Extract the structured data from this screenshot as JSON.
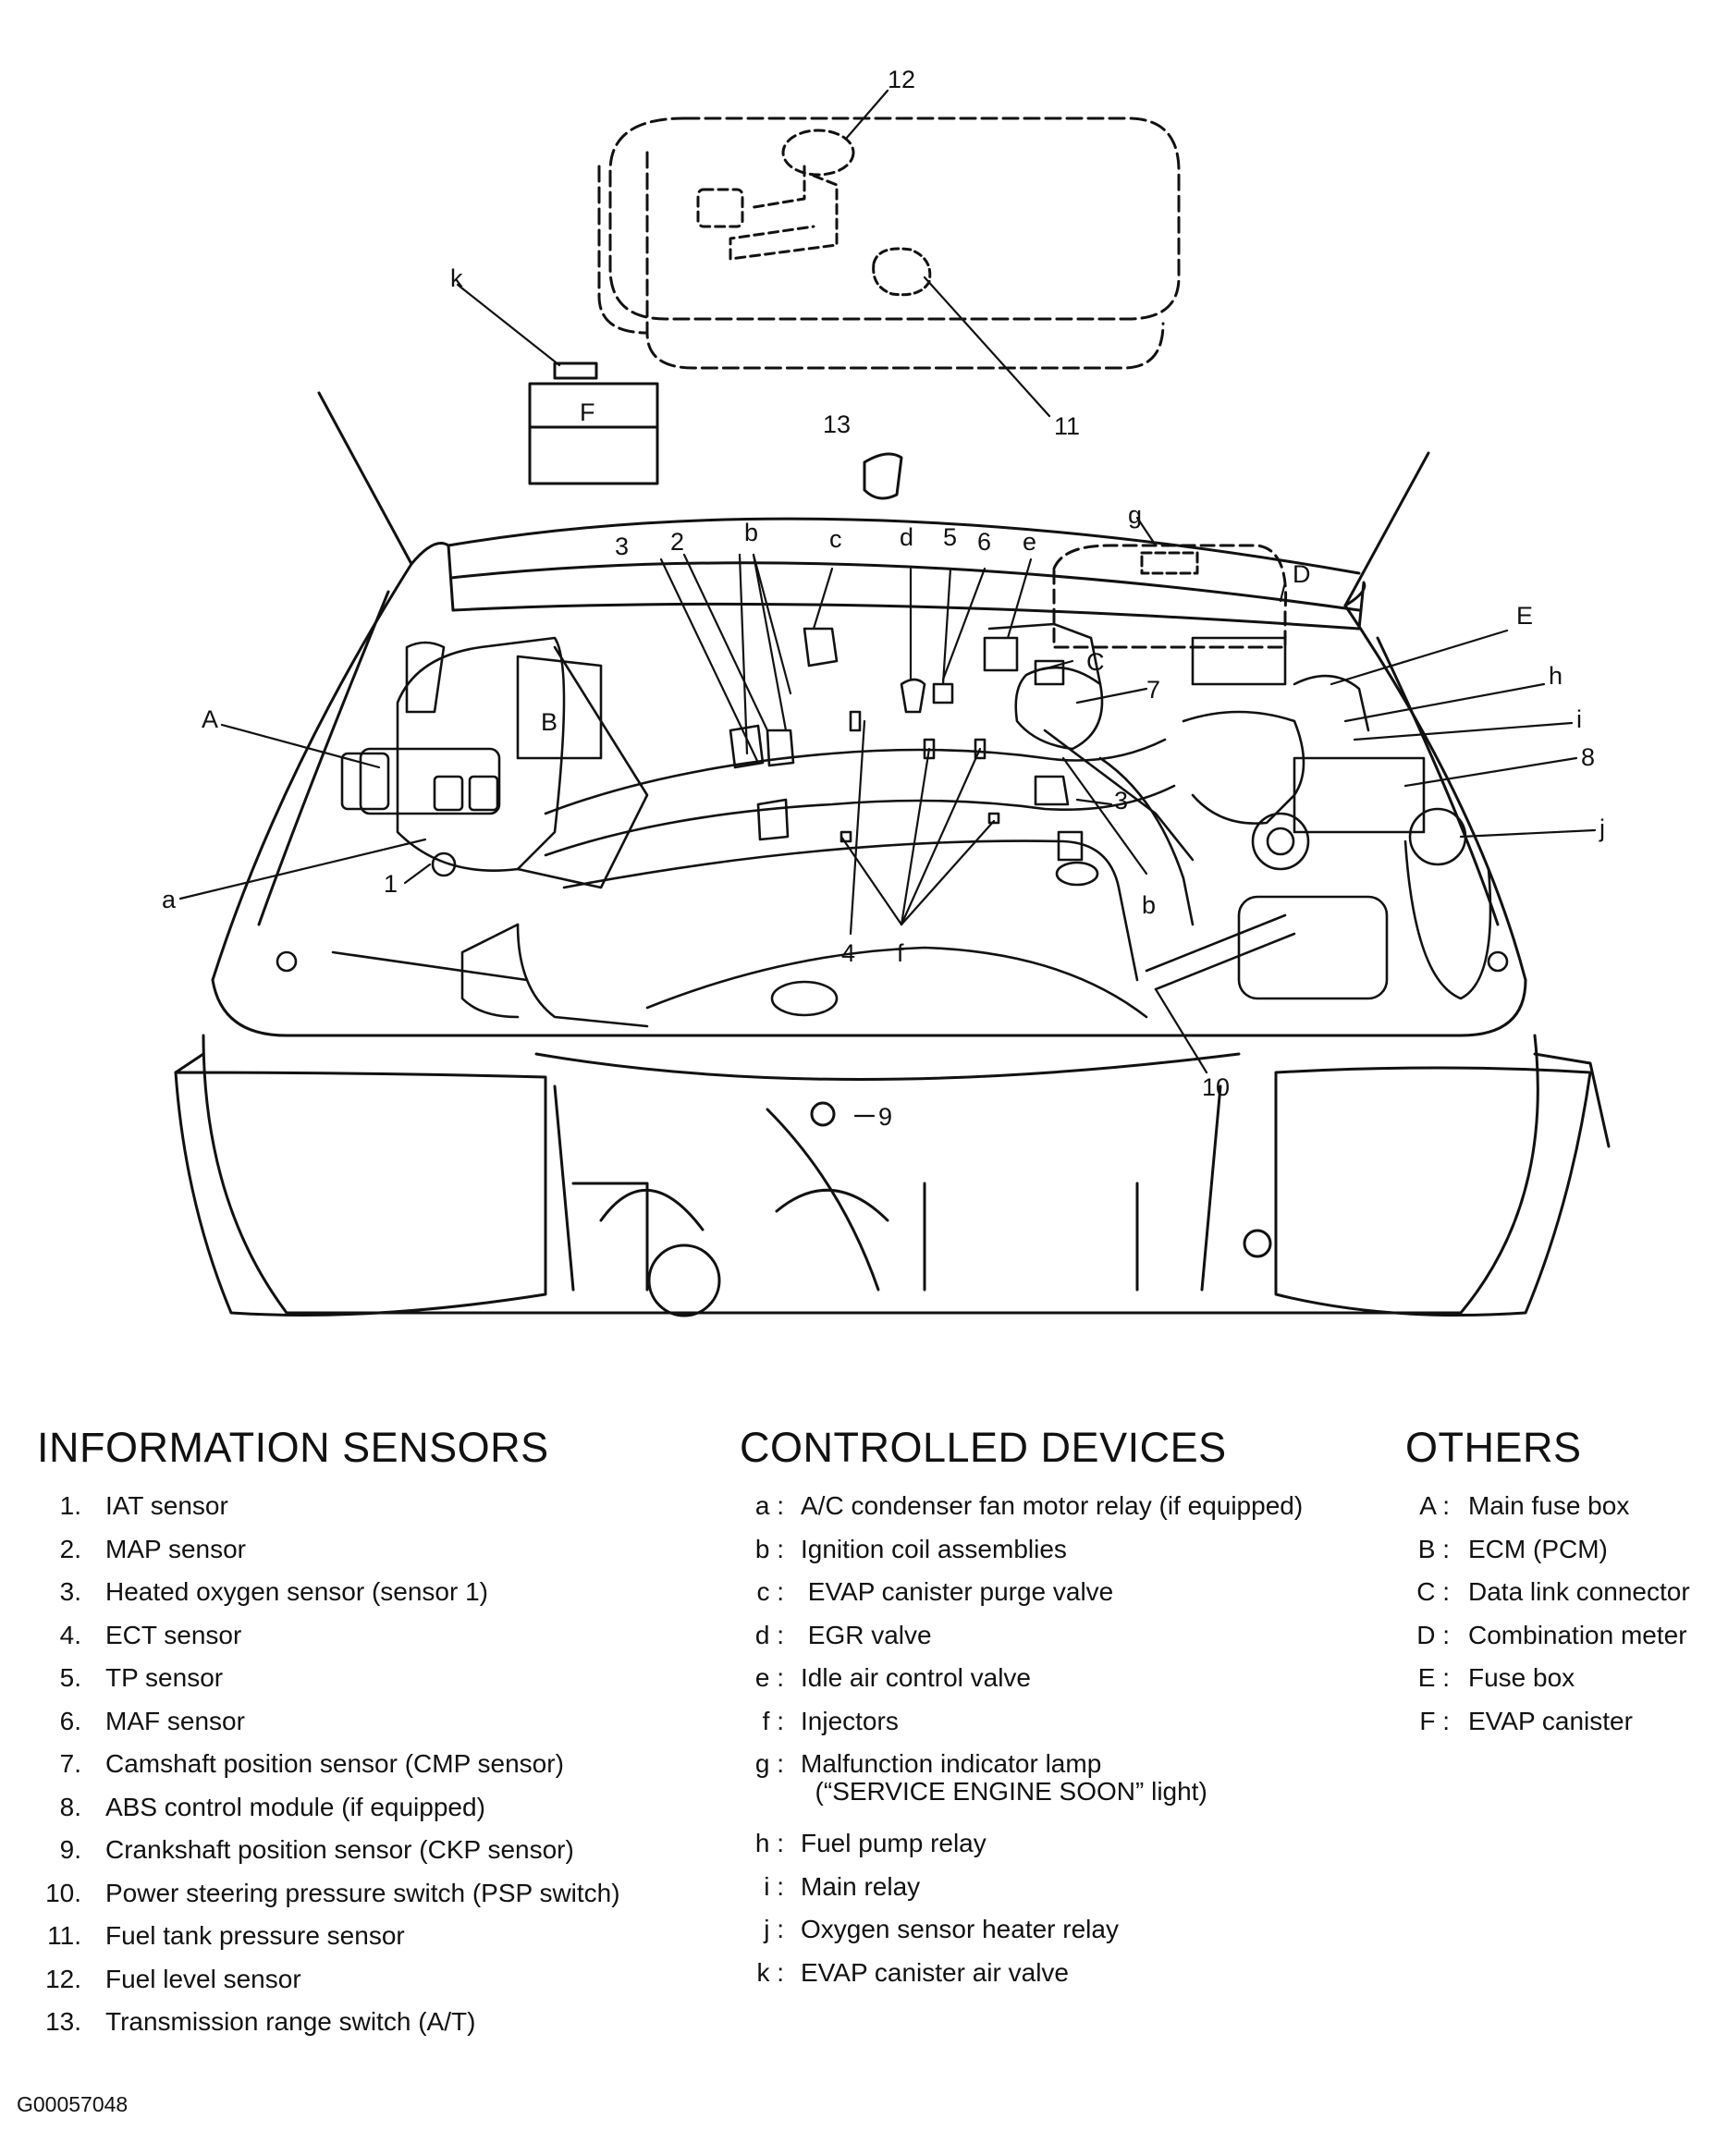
{
  "diagram": {
    "callouts": {
      "n1": "1",
      "n2": "2",
      "n3a": "3",
      "n3b": "3",
      "n4": "4",
      "n5": "5",
      "n6": "6",
      "n7": "7",
      "n8": "8",
      "n9": "9",
      "n10": "10",
      "n11": "11",
      "n12": "12",
      "n13": "13",
      "A": "A",
      "B": "B",
      "C": "C",
      "D": "D",
      "E": "E",
      "F": "F",
      "a": "a",
      "b1": "b",
      "b2": "b",
      "c": "c",
      "d": "d",
      "e": "e",
      "f": "f",
      "g": "g",
      "h": "h",
      "i": "i",
      "j": "j",
      "k": "k"
    }
  },
  "legend": {
    "sensors": {
      "title": "INFORMATION SENSORS",
      "items": [
        {
          "key": "1.",
          "text": "IAT sensor"
        },
        {
          "key": "2.",
          "text": "MAP sensor"
        },
        {
          "key": "3.",
          "text": "Heated oxygen sensor (sensor 1)"
        },
        {
          "key": "4.",
          "text": "ECT sensor"
        },
        {
          "key": "5.",
          "text": "TP sensor"
        },
        {
          "key": "6.",
          "text": "MAF sensor"
        },
        {
          "key": "7.",
          "text": "Camshaft position sensor (CMP sensor)"
        },
        {
          "key": "8.",
          "text": "ABS control module (if equipped)"
        },
        {
          "key": "9.",
          "text": "Crankshaft position sensor (CKP sensor)"
        },
        {
          "key": "10.",
          "text": "Power steering pressure switch (PSP switch)"
        },
        {
          "key": "11.",
          "text": "Fuel tank pressure sensor"
        },
        {
          "key": "12.",
          "text": "Fuel level sensor"
        },
        {
          "key": "13.",
          "text": "Transmission range switch (A/T)"
        }
      ]
    },
    "devices": {
      "title": "CONTROLLED DEVICES",
      "items": [
        {
          "key": "a :",
          "text": "A/C condenser fan motor relay (if equipped)"
        },
        {
          "key": "b :",
          "text": "Ignition coil assemblies"
        },
        {
          "key": "c :",
          "text": " EVAP canister purge valve"
        },
        {
          "key": "d :",
          "text": " EGR valve"
        },
        {
          "key": "e :",
          "text": "Idle air control valve"
        },
        {
          "key": "f :",
          "text": "Injectors"
        },
        {
          "key": "g :",
          "text": "Malfunction indicator lamp\n  (“SERVICE ENGINE SOON” light)"
        },
        {
          "key": "h :",
          "text": "Fuel pump relay"
        },
        {
          "key": "i :",
          "text": "Main relay"
        },
        {
          "key": "j :",
          "text": "Oxygen sensor heater relay"
        },
        {
          "key": "k :",
          "text": "EVAP canister air valve"
        }
      ]
    },
    "others": {
      "title": "OTHERS",
      "items": [
        {
          "key": "A :",
          "text": "Main fuse box"
        },
        {
          "key": "B :",
          "text": "ECM (PCM)"
        },
        {
          "key": "C :",
          "text": "Data link connector"
        },
        {
          "key": "D :",
          "text": "Combination meter"
        },
        {
          "key": "E :",
          "text": "Fuse box"
        },
        {
          "key": "F :",
          "text": "EVAP canister"
        }
      ]
    }
  },
  "figure_code": "G00057048"
}
